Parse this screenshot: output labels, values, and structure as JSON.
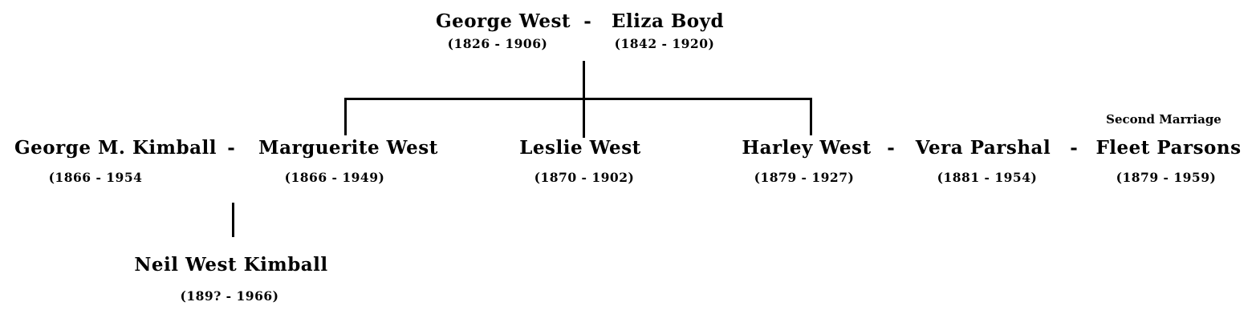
{
  "people": {
    "george_west": {
      "name": "George West",
      "dates": "(1826 - 1906)"
    },
    "eliza_boyd": {
      "name": "Eliza Boyd",
      "dates": "(1842 - 1920)"
    },
    "george_m_kimball": {
      "name": "George M. Kimball",
      "dates": "(1866 - 1954"
    },
    "marguerite_west": {
      "name": "Marguerite West",
      "dates": "(1866 - 1949)"
    },
    "leslie_west": {
      "name": "Leslie West",
      "dates": "(1870 - 1902)"
    },
    "harley_west": {
      "name": "Harley West",
      "dates": "(1879 - 1927)"
    },
    "vera_parshal": {
      "name": "Vera Parshal",
      "dates": "(1881 - 1954)"
    },
    "fleet_parsons": {
      "name": "Fleet Parsons",
      "dates": "(1879 - 1959)"
    },
    "neil_west_kimball": {
      "name": "Neil West Kimball",
      "dates": "(189? - 1966)"
    }
  },
  "labels": {
    "second_marriage": "Second Marriage",
    "spouse_separator": "-"
  },
  "colors": {
    "text": "#000000",
    "line": "#000000",
    "background": "#ffffff"
  }
}
